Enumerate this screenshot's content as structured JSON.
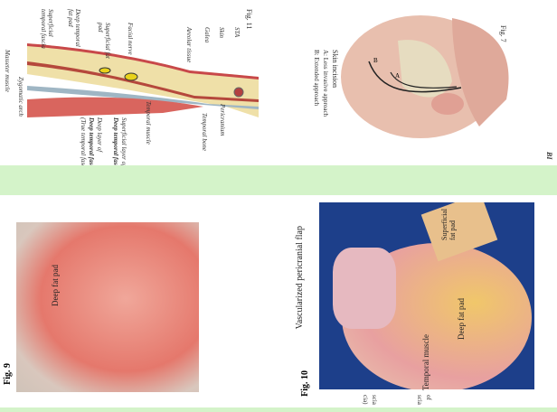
{
  "fig11": {
    "title": "Fig. 11",
    "labels": {
      "sta": "STA",
      "skin": "Skin",
      "galea": "Galea",
      "areolar": "Areolar tissue",
      "facial_nerve": "Facial nerve",
      "superficial_fat_pad": "Superficial fat pad",
      "deep_temporal_fat_pad": "Deep temporal fat pad",
      "superficial_temporal_fascia": "Superficial temporal fascia",
      "masseter": "Masseter muscle",
      "zygomatic_arch": "Zygomatic arch",
      "deep_layer": "Deep layer of",
      "deep_layer2": "Deep temporal fascia",
      "true_fascia": "(True temporal fascia)",
      "superficial_layer": "Superficial layer of",
      "superficial_layer2": "Deep temporal fascia",
      "temporal_muscle": "Temporal muscle",
      "temporal_bone": "Temporal bone",
      "pericranium": "Pericranium"
    }
  },
  "fig7": {
    "title": "Fig. 7",
    "caption1": "Skin incision",
    "caption2": "A: Less invasive approach",
    "caption3": "B: Extended approach",
    "a": "A",
    "b": "B",
    "edge": "BI"
  },
  "fig9": {
    "title": "Fig. 9",
    "label": "Deep fat pad"
  },
  "fig10": {
    "title": "Fig. 10",
    "flap": "Vascularized pericranial flap",
    "superficial": "Superficial fat pad",
    "deep": "Deep fat pad",
    "muscle": "Temporal muscle"
  },
  "fragments": [
    "of",
    "scia",
    "scia",
    "cia)"
  ]
}
